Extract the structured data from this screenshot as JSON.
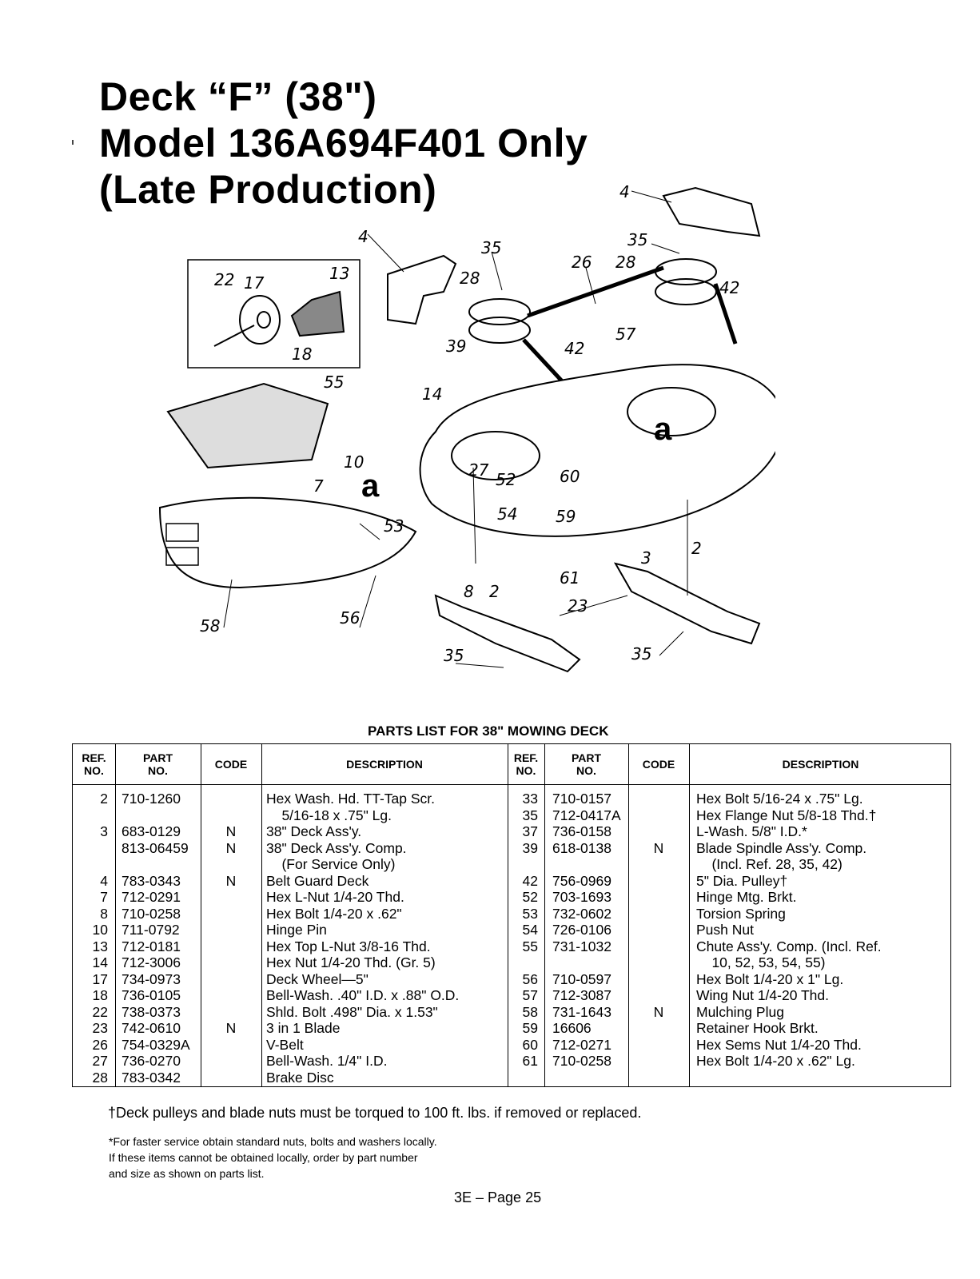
{
  "title": {
    "line1": "Deck “F” (38\")",
    "line2": "Model 136A694F401 Only",
    "line3": "(Late Production)"
  },
  "diagram": {
    "callouts": [
      "4",
      "4",
      "35",
      "35",
      "26",
      "28",
      "28",
      "42",
      "42",
      "22",
      "17",
      "13",
      "18",
      "39",
      "57",
      "55",
      "14",
      "10",
      "7",
      "27",
      "52",
      "60",
      "54",
      "59",
      "53",
      "61",
      "8",
      "2",
      "2",
      "3",
      "23",
      "58",
      "56",
      "35",
      "35"
    ],
    "letter": "a"
  },
  "parts_list": {
    "heading": "PARTS LIST FOR 38\" MOWING DECK",
    "headers": {
      "ref": [
        "REF.",
        "NO."
      ],
      "part": [
        "PART",
        "NO."
      ],
      "code": "CODE",
      "description": "DESCRIPTION"
    },
    "left_rows": [
      {
        "ref": "2",
        "part": "710-1260",
        "code": "",
        "desc": "Hex Wash. Hd. TT-Tap Scr."
      },
      {
        "ref": "",
        "part": "",
        "code": "",
        "desc": "    5/16-18 x .75\" Lg."
      },
      {
        "ref": "3",
        "part": "683-0129",
        "code": "N",
        "desc": "38\" Deck Ass'y."
      },
      {
        "ref": "",
        "part": "813-06459",
        "code": "N",
        "desc": "38\" Deck Ass'y. Comp."
      },
      {
        "ref": "",
        "part": "",
        "code": "",
        "desc": "    (For Service Only)"
      },
      {
        "ref": "4",
        "part": "783-0343",
        "code": "N",
        "desc": "Belt Guard Deck"
      },
      {
        "ref": "7",
        "part": "712-0291",
        "code": "",
        "desc": "Hex L-Nut 1/4-20 Thd."
      },
      {
        "ref": "8",
        "part": "710-0258",
        "code": "",
        "desc": "Hex Bolt 1/4-20 x .62\""
      },
      {
        "ref": "10",
        "part": "711-0792",
        "code": "",
        "desc": "Hinge Pin"
      },
      {
        "ref": "13",
        "part": "712-0181",
        "code": "",
        "desc": "Hex Top L-Nut 3/8-16 Thd."
      },
      {
        "ref": "14",
        "part": "712-3006",
        "code": "",
        "desc": "Hex Nut 1/4-20 Thd. (Gr. 5)"
      },
      {
        "ref": "17",
        "part": "734-0973",
        "code": "",
        "desc": "Deck Wheel—5\""
      },
      {
        "ref": "18",
        "part": "736-0105",
        "code": "",
        "desc": "Bell-Wash. .40\" I.D. x .88\" O.D."
      },
      {
        "ref": "22",
        "part": "738-0373",
        "code": "",
        "desc": "Shld. Bolt .498\" Dia. x 1.53\""
      },
      {
        "ref": "23",
        "part": "742-0610",
        "code": "N",
        "desc": "3 in 1 Blade"
      },
      {
        "ref": "26",
        "part": "754-0329A",
        "code": "",
        "desc": "V-Belt"
      },
      {
        "ref": "27",
        "part": "736-0270",
        "code": "",
        "desc": "Bell-Wash. 1/4\" I.D."
      },
      {
        "ref": "28",
        "part": "783-0342",
        "code": "",
        "desc": "Brake Disc"
      }
    ],
    "right_rows": [
      {
        "ref": "33",
        "part": "710-0157",
        "code": "",
        "desc": "Hex Bolt 5/16-24 x .75\" Lg."
      },
      {
        "ref": "35",
        "part": "712-0417A",
        "code": "",
        "desc": "Hex Flange Nut 5/8-18 Thd.†"
      },
      {
        "ref": "37",
        "part": "736-0158",
        "code": "",
        "desc": "L-Wash. 5/8\" I.D.*"
      },
      {
        "ref": "39",
        "part": "618-0138",
        "code": "N",
        "desc": "Blade Spindle Ass'y. Comp."
      },
      {
        "ref": "",
        "part": "",
        "code": "",
        "desc": "    (Incl. Ref. 28, 35, 42)"
      },
      {
        "ref": "42",
        "part": "756-0969",
        "code": "",
        "desc": "5\" Dia. Pulley†"
      },
      {
        "ref": "52",
        "part": "703-1693",
        "code": "",
        "desc": "Hinge Mtg. Brkt."
      },
      {
        "ref": "53",
        "part": "732-0602",
        "code": "",
        "desc": "Torsion Spring"
      },
      {
        "ref": "54",
        "part": "726-0106",
        "code": "",
        "desc": "Push Nut"
      },
      {
        "ref": "55",
        "part": "731-1032",
        "code": "",
        "desc": "Chute Ass'y. Comp. (Incl. Ref."
      },
      {
        "ref": "",
        "part": "",
        "code": "",
        "desc": "    10, 52, 53, 54, 55)"
      },
      {
        "ref": "56",
        "part": "710-0597",
        "code": "",
        "desc": "Hex Bolt 1/4-20 x 1\" Lg."
      },
      {
        "ref": "57",
        "part": "712-3087",
        "code": "",
        "desc": "Wing Nut 1/4-20 Thd."
      },
      {
        "ref": "58",
        "part": "731-1643",
        "code": "N",
        "desc": "Mulching Plug"
      },
      {
        "ref": "59",
        "part": "16606",
        "code": "",
        "desc": "Retainer Hook Brkt."
      },
      {
        "ref": "60",
        "part": "712-0271",
        "code": "",
        "desc": "Hex Sems Nut 1/4-20 Thd."
      },
      {
        "ref": "61",
        "part": "710-0258",
        "code": "",
        "desc": "Hex Bolt 1/4-20 x .62\" Lg."
      }
    ]
  },
  "footnotes": {
    "torque": "†Deck pulleys and blade nuts must be torqued to 100 ft. lbs. if removed or replaced.",
    "service_line1": "*For faster service obtain standard nuts, bolts and washers locally.",
    "service_line2": "If these items cannot be obtained locally, order by part number",
    "service_line3": "and size as shown on parts list."
  },
  "page_number": "3E – Page 25"
}
